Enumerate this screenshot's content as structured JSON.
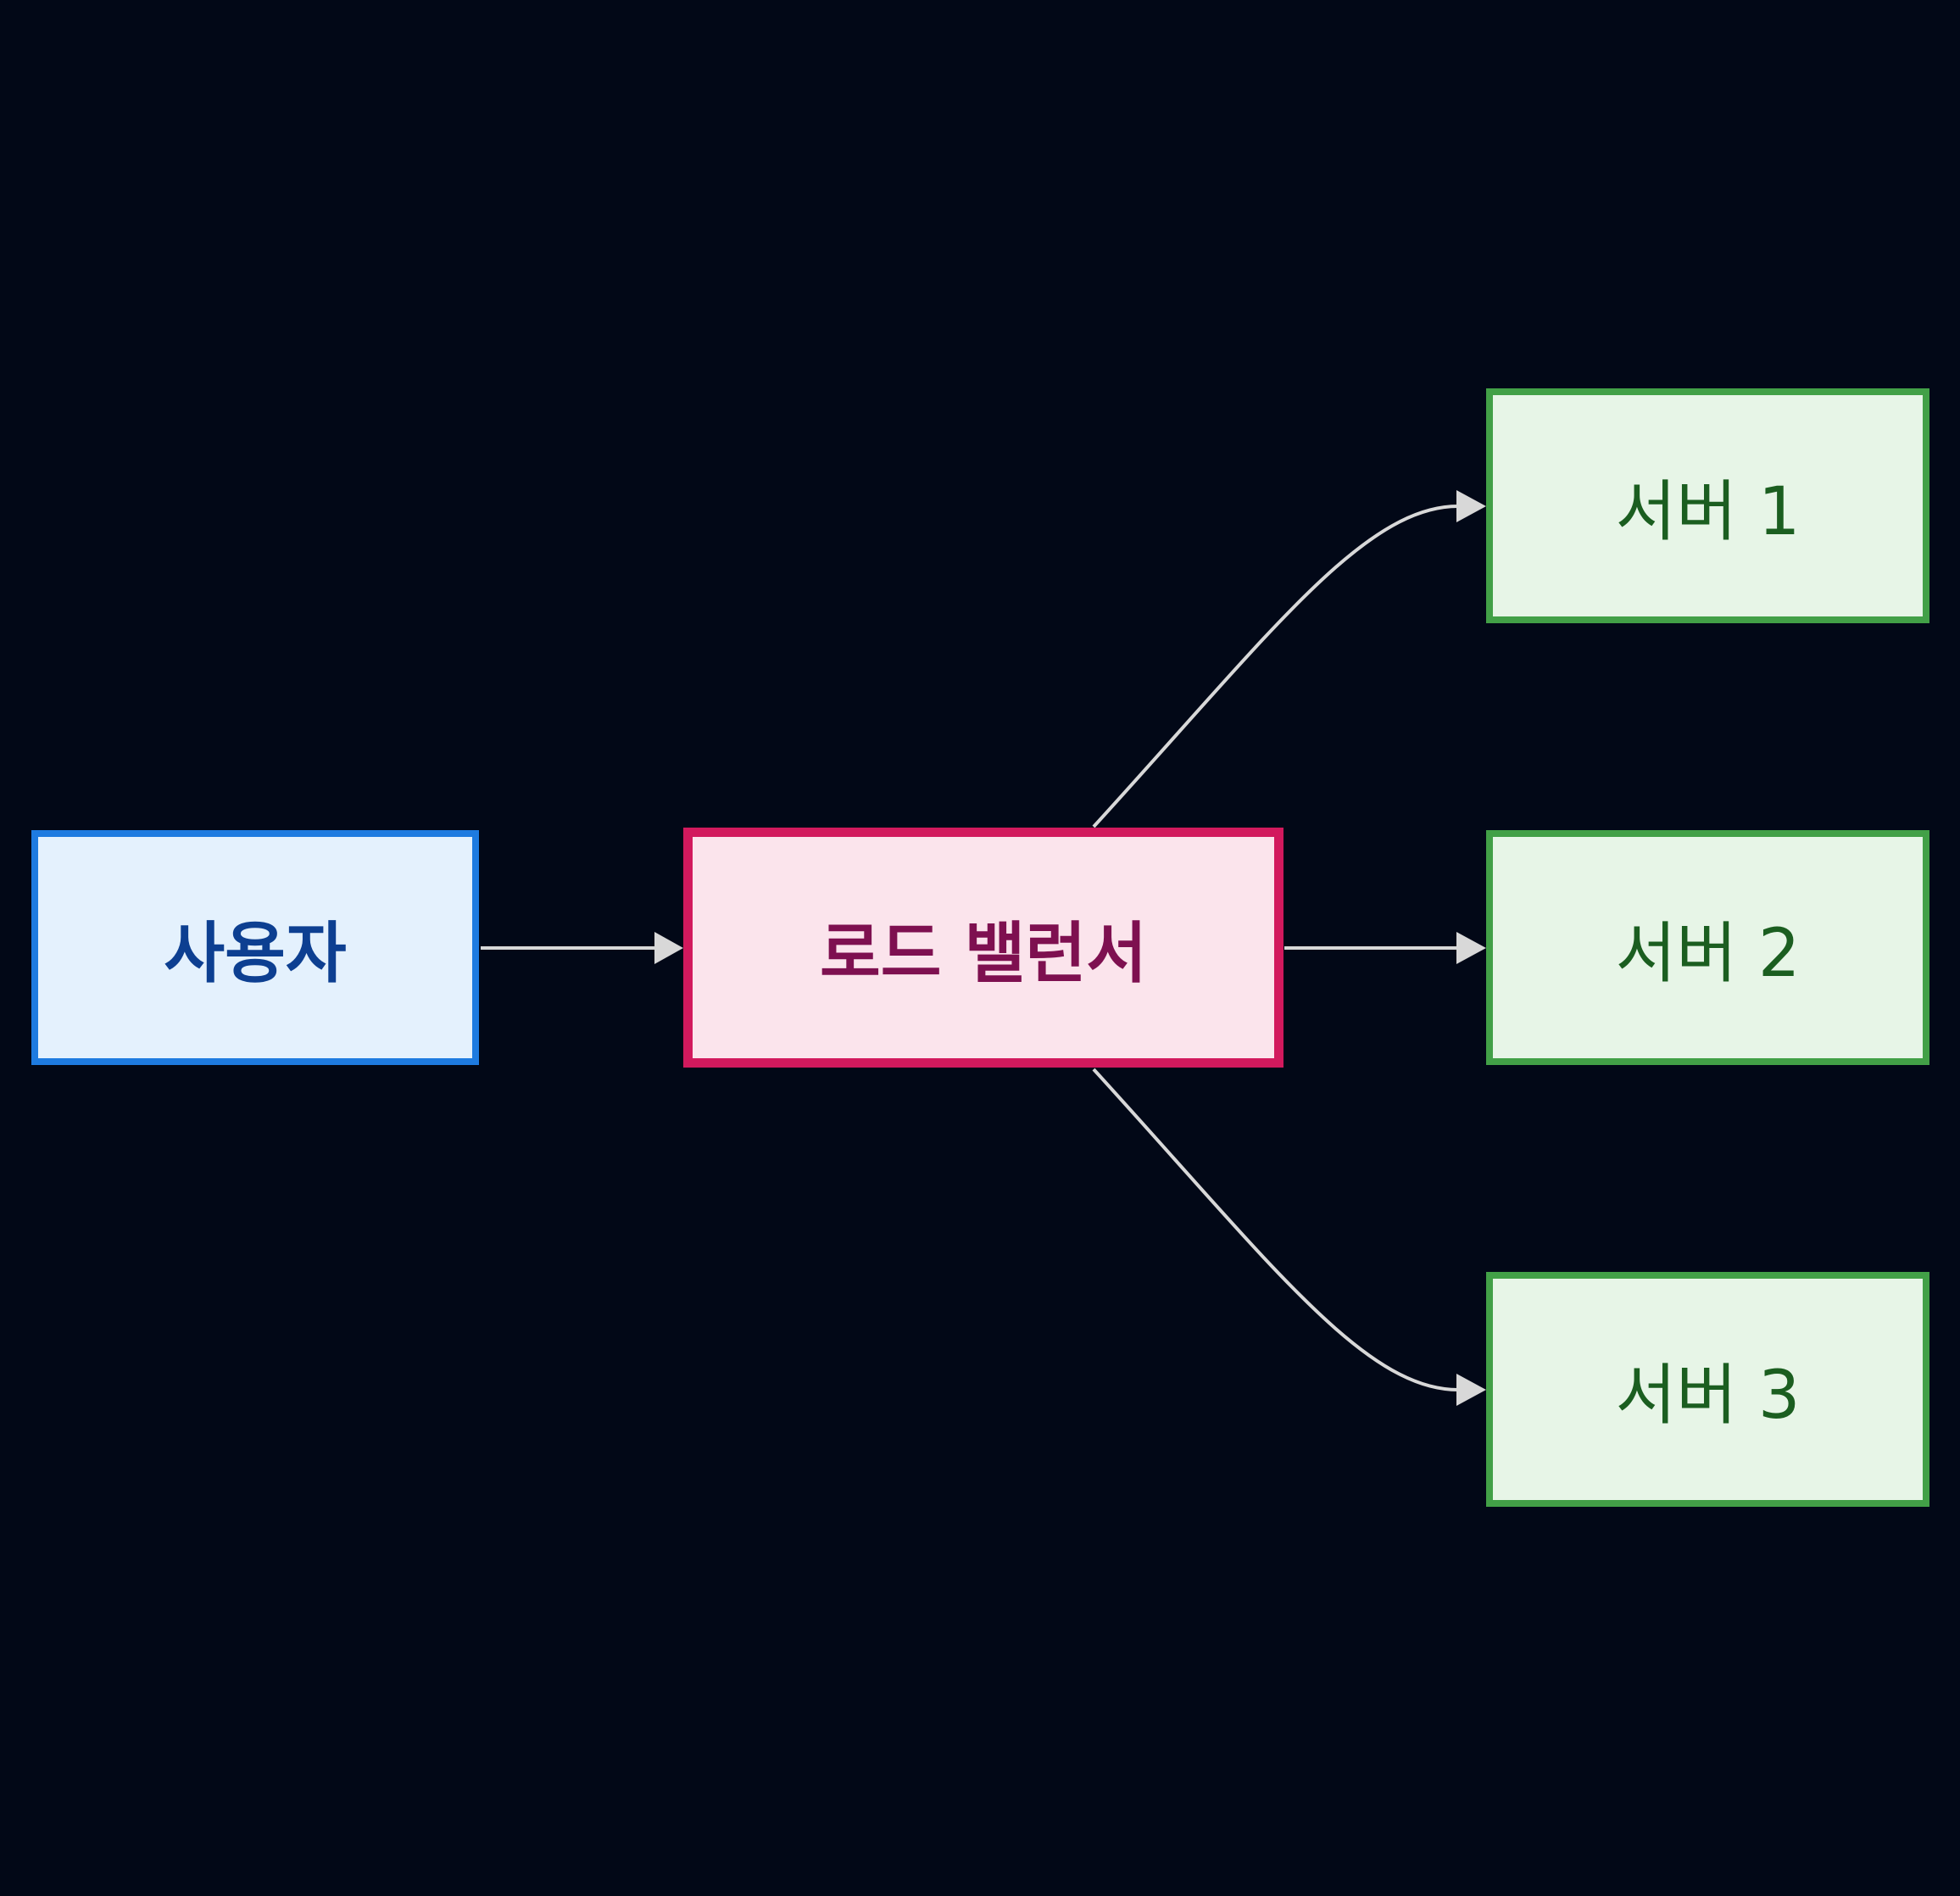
{
  "diagram": {
    "type": "flowchart",
    "direction": "left-to-right",
    "nodes": {
      "user": {
        "label": "사용자"
      },
      "load_balancer": {
        "label": "로드 밸런서"
      },
      "server_1": {
        "label": "서버 1"
      },
      "server_2": {
        "label": "서버 2"
      },
      "server_3": {
        "label": "서버 3"
      }
    },
    "edges": [
      {
        "from": "user",
        "to": "load_balancer"
      },
      {
        "from": "load_balancer",
        "to": "server_1"
      },
      {
        "from": "load_balancer",
        "to": "server_2"
      },
      {
        "from": "load_balancer",
        "to": "server_3"
      }
    ]
  },
  "colors": {
    "background": "#020817",
    "edge": "#d8d8d8",
    "user_border": "#1e7be0",
    "user_fill": "#e4f1fd",
    "user_text": "#0d3f91",
    "load_balancer_border": "#d2195d",
    "load_balancer_fill": "#fbe4ec",
    "load_balancer_text": "#7e1050",
    "server_border": "#42a047",
    "server_fill": "#e7f5e7",
    "server_text": "#1b5e20"
  }
}
